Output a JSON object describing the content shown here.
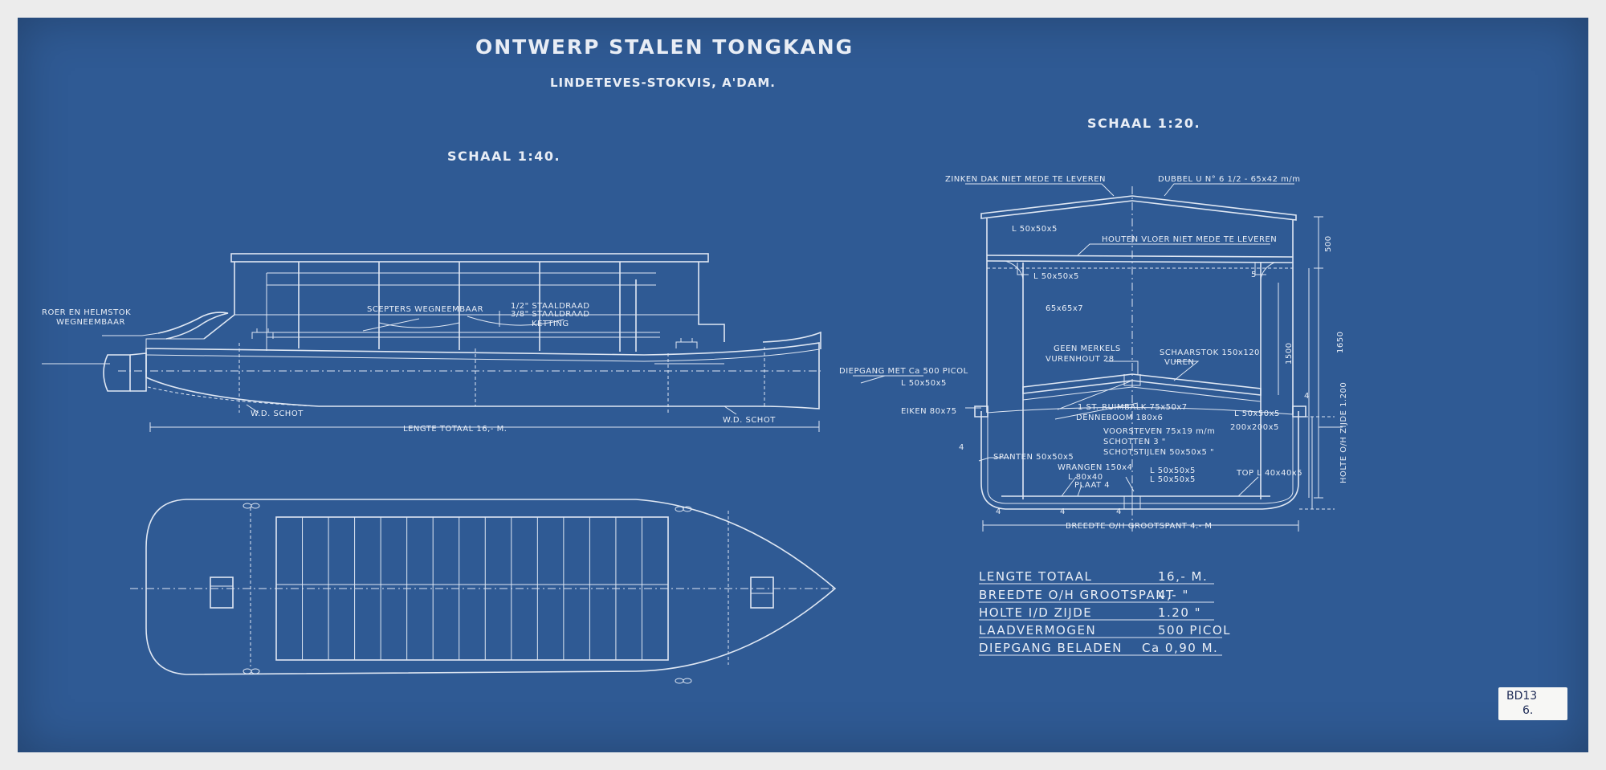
{
  "title": "ONTWERP STALEN TONGKANG",
  "subtitle": "LINDETEVES-STOKVIS, A'DAM.",
  "scale_left": "SCHAAL 1:40.",
  "scale_right": "SCHAAL 1:20.",
  "side_view": {
    "labels": {
      "roer1": "ROER EN HELMSTOK",
      "roer2": "WEGNEEMBAAR",
      "scepters": "SCEPTERS WEGNEEMBAAR",
      "staal1": "1/2\" STAALDRAAD",
      "staal2": "3/8\" STAALDRAAD",
      "ketting": "KETTING",
      "wd1": "W.D. SCHOT",
      "wd2": "W.D. SCHOT",
      "lengte": "LENGTE TOTAAL 16,- M.",
      "diepgang": "DIEPGANG MET Ca 500 PICOL"
    }
  },
  "section": {
    "labels": {
      "zinken": "ZINKEN DAK NIET MEDE TE LEVEREN",
      "dubbel": "DUBBEL U N° 6 1/2 - 65x42 m/m",
      "l50a": "L 50x50x5",
      "houten": "HOUTEN VLOER NIET MEDE TE LEVEREN",
      "l50b": "L 50x50x5",
      "l65": "65x65x7",
      "l50c": "L 50x50x5",
      "eiken": "EIKEN 80x75",
      "geen1": "GEEN MERKELS",
      "geen2": "VURENHOUT 28",
      "schaar1": "SCHAARSTOK 150x120",
      "schaar2": "VUREN",
      "ruim": "1 ST. RUIMBALK 75x50x7",
      "denne": "DENNEBOOM 180x6",
      "voor": "VOORSTEVEN      75x19 m/m",
      "schot": "SCHOTTEN            3  \"",
      "stijl": "SCHOTSTIJLEN 50x50x5 \"",
      "l50d": "L 50x50x5",
      "l200": "200x200x5",
      "spanten": "SPANTEN 50x50x5",
      "wrangen": "WRANGEN 150x4",
      "l80": "L 80x40",
      "plaat": "PLAAT 4",
      "l50e": "L 50x50x5",
      "l50f": "L 50x50x5",
      "top": "TOP L 40x40x5",
      "breedte": "BREEDTE O/H GROOTSPANT 4.- M",
      "d500": "500",
      "d1650": "1650",
      "d1500": "1500",
      "holte": "HOLTE O/H ZIJDE 1.200",
      "n4a": "4",
      "n4b": "4",
      "n4c": "4",
      "n4d": "4",
      "n4e": "4",
      "n5": "5"
    }
  },
  "specs": [
    {
      "label": "LENGTE TOTAAL",
      "value": "16,- M."
    },
    {
      "label": "BREEDTE O/H GROOTSPANT",
      "value": "4,- \""
    },
    {
      "label": "HOLTE I/D ZIJDE",
      "value": "1.20 \""
    },
    {
      "label": "LAADVERMOGEN",
      "value": "500 PICOL"
    },
    {
      "label": "DIEPGANG BELADEN",
      "value": "Ca 0,90 M."
    }
  ],
  "stamp": {
    "line1": "BD13",
    "line2": "6."
  },
  "colors": {
    "paper": "#2f5a94",
    "ink": "#e9eef6",
    "stamp": "#f7f7f5"
  }
}
